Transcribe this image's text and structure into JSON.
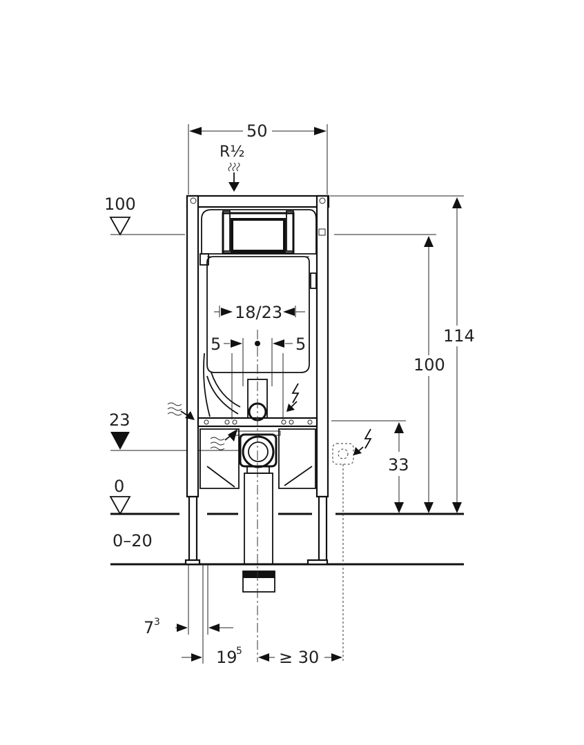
{
  "dimensions": {
    "width_top": "50",
    "water_connection": "R½",
    "height_total": "114",
    "height_flush_plate": "100",
    "height_power_side": "33",
    "spacing_center": "18/23",
    "offset_left": "5",
    "offset_right": "5",
    "foot_offset_left_base": "7",
    "foot_offset_left_sup": "3",
    "center_offset_base": "19",
    "center_offset_sup": "5",
    "min_side_distance": "≥ 30"
  },
  "levels": {
    "top": "100",
    "mid": "23",
    "floor": "0",
    "floor_range": "0–20"
  },
  "icons": [
    "water-supply-icon",
    "electric-power-icon",
    "flush-plate-icon",
    "drain-pipe-icon",
    "socket-icon"
  ]
}
